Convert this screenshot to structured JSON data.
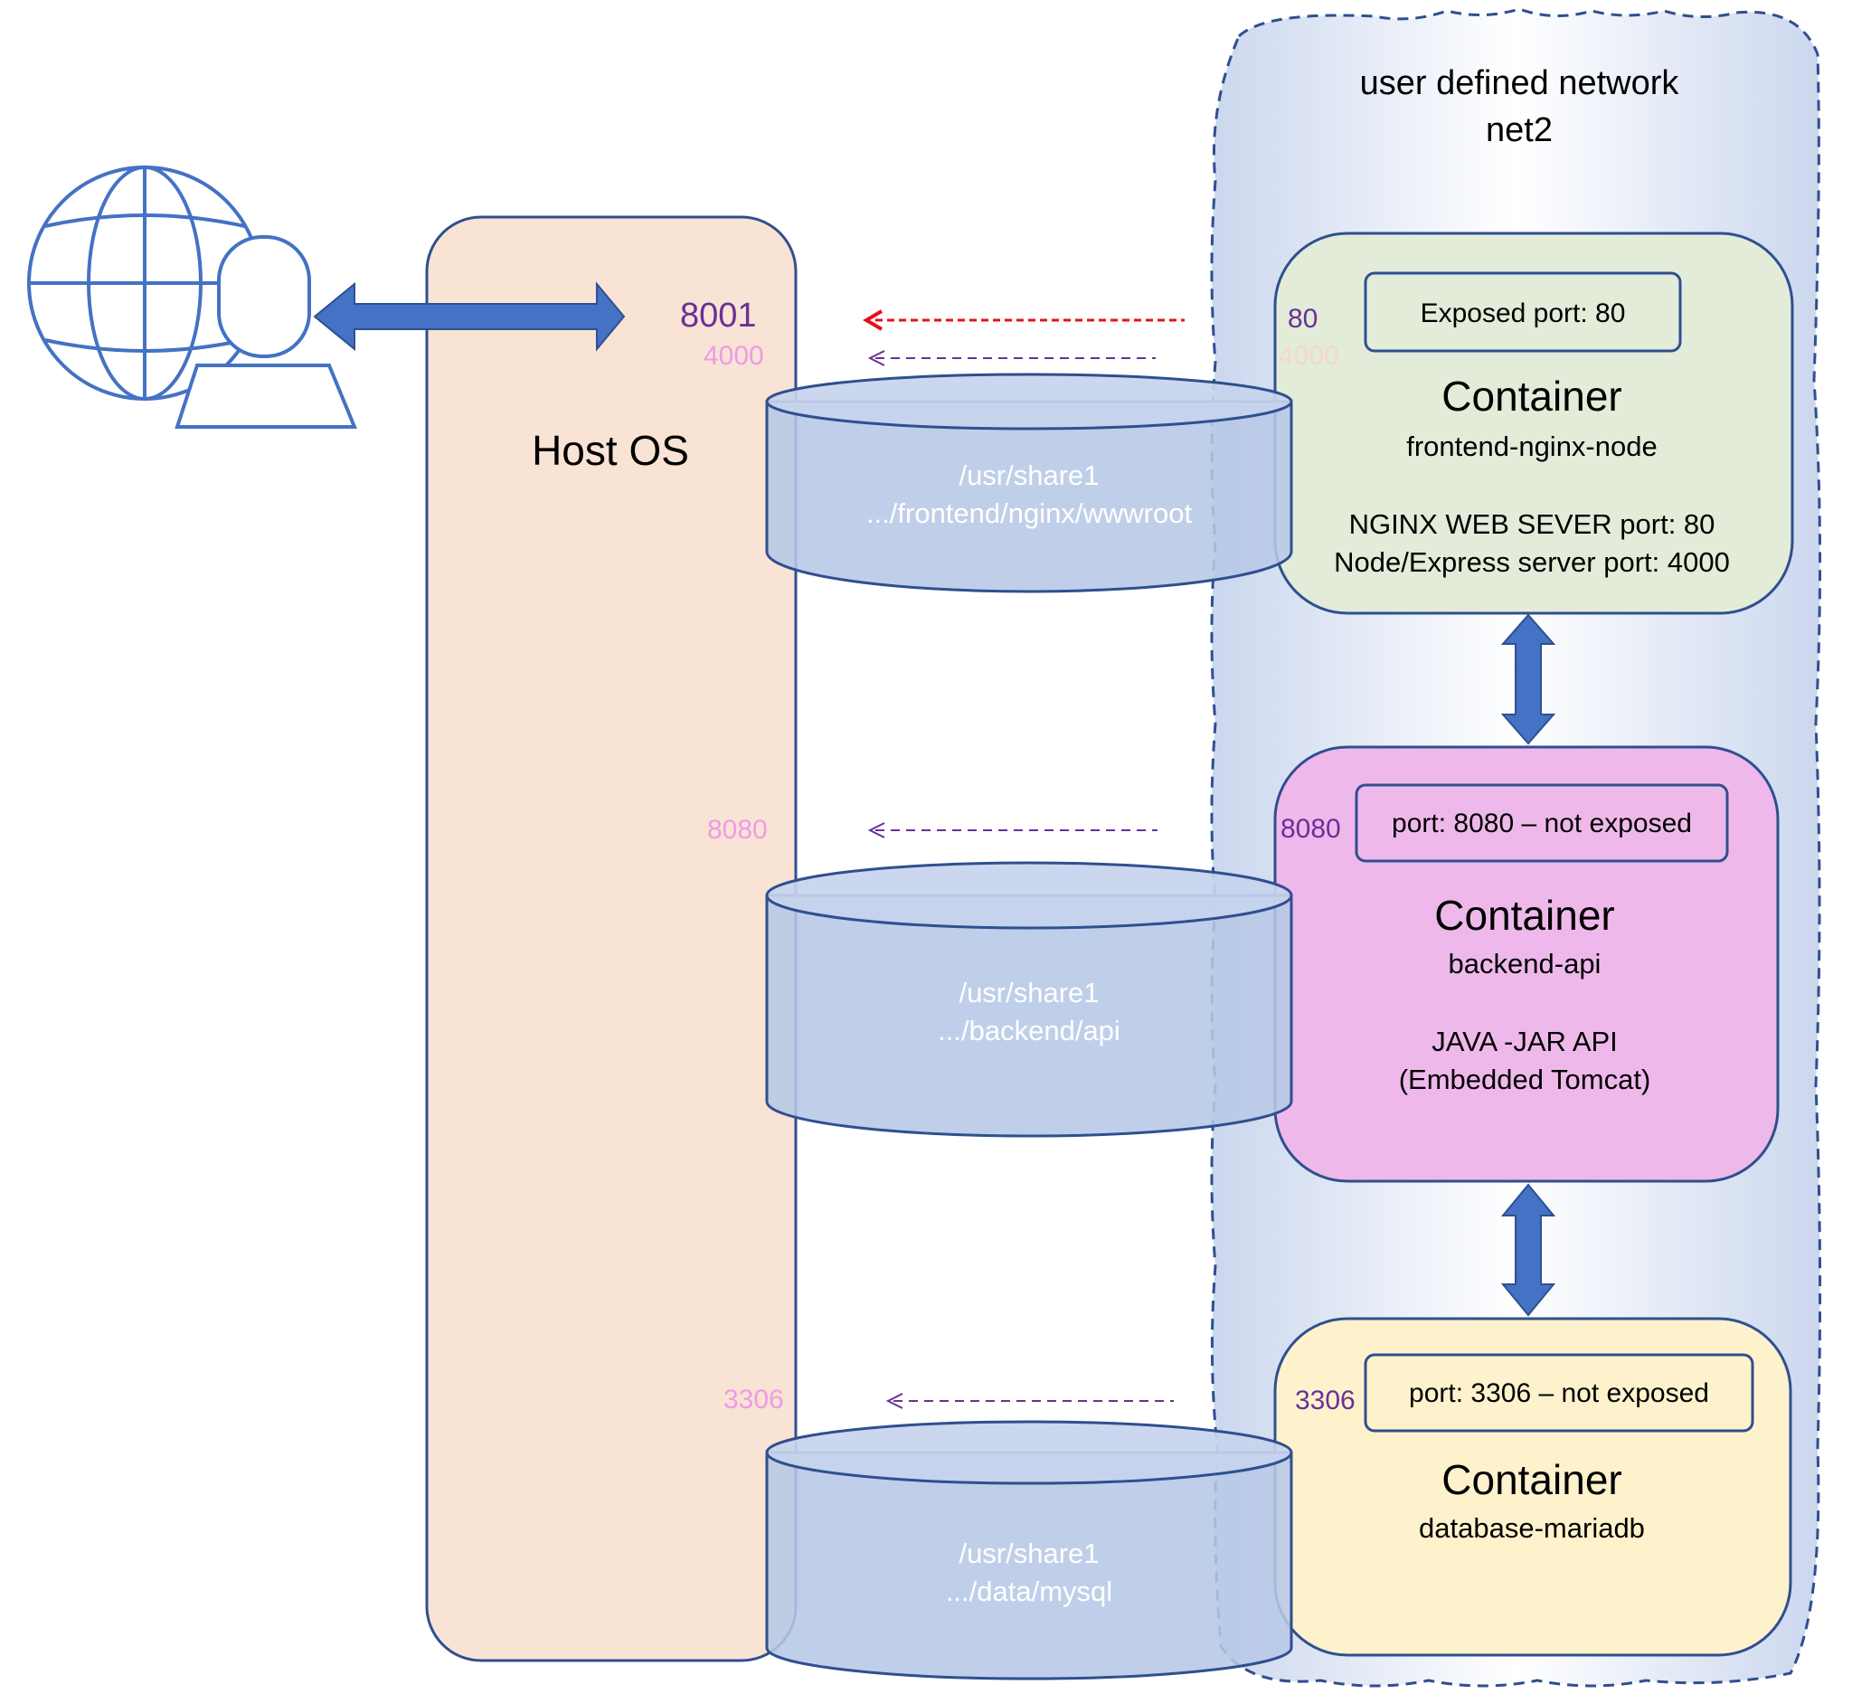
{
  "network": {
    "title_line1": "user defined network",
    "title_line2": "net2"
  },
  "host": {
    "label": "Host OS"
  },
  "host_ports": {
    "published": "8001",
    "frontend_node": "4000",
    "backend": "8080",
    "database": "3306"
  },
  "volumes": [
    {
      "line1": "/usr/share1",
      "line2": ".../frontend/nginx/wwwroot"
    },
    {
      "line1": "/usr/share1",
      "line2": ".../backend/api"
    },
    {
      "line1": "/usr/share1",
      "line2": ".../data/mysql"
    }
  ],
  "containers": [
    {
      "title": "Container",
      "name": "frontend-nginx-node",
      "port_box": "Exposed port: 80",
      "side_port": "80",
      "side_port_faded": "4000",
      "detail_line1": "NGINX WEB SEVER port: 80",
      "detail_line2": "Node/Express server port: 4000",
      "fill": "#e2ecd9"
    },
    {
      "title": "Container",
      "name": "backend-api",
      "port_box": "port: 8080 – not exposed",
      "side_port": "8080",
      "detail_line1": "JAVA -JAR API",
      "detail_line2": "(Embedded Tomcat)",
      "fill": "#eeb9ea"
    },
    {
      "title": "Container",
      "name": "database-mariadb",
      "port_box": "port: 3306 – not exposed",
      "side_port": "3306",
      "fill": "#fdf2cc"
    }
  ],
  "colors": {
    "blue": "#4472c4",
    "dark_blue": "#2f4f8f",
    "host_fill": "#f8e3d5",
    "red_arrow": "#e8101b",
    "purple_text": "#6a3096",
    "pink_text": "#ee9be6"
  },
  "icons": [
    "globe-icon",
    "user-icon"
  ]
}
